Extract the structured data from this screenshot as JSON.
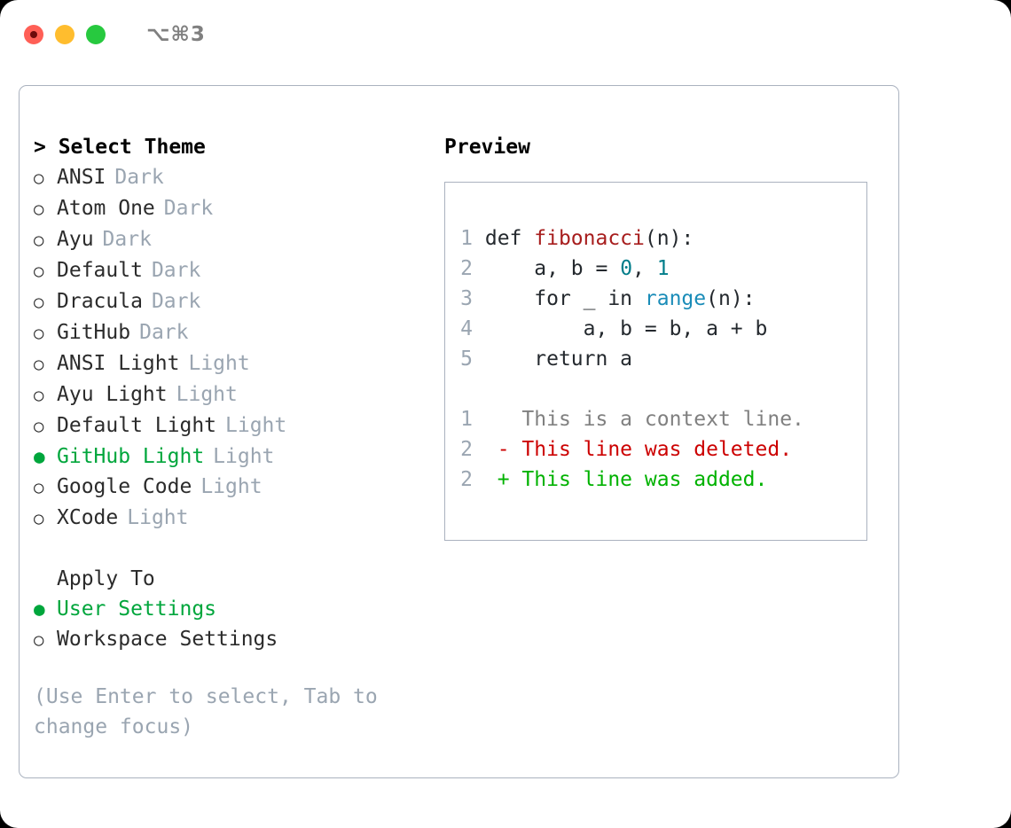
{
  "titlebar": {
    "lights": [
      {
        "name": "close",
        "color": "#ff5f56",
        "recording": true
      },
      {
        "name": "minimize",
        "color": "#ffbd2e",
        "recording": false
      },
      {
        "name": "zoom",
        "color": "#27c93f",
        "recording": false
      }
    ],
    "shortcut": "⌥⌘3"
  },
  "colors": {
    "accent_green": "#00a63c",
    "muted": "#9aa5b1",
    "border": "#aab2bf",
    "text": "#2b2b2b",
    "code_fn": "#a71d1d",
    "code_num": "#007d8a",
    "code_call": "#1a8cb8",
    "diff_del": "#cc0000",
    "diff_add": "#00b200",
    "diff_ctx": "#808080"
  },
  "theme_list": {
    "header": "> Select Theme",
    "items": [
      {
        "marker": "○",
        "label": "ANSI",
        "tag": "Dark",
        "selected": false
      },
      {
        "marker": "○",
        "label": "Atom One",
        "tag": "Dark",
        "selected": false
      },
      {
        "marker": "○",
        "label": "Ayu",
        "tag": "Dark",
        "selected": false
      },
      {
        "marker": "○",
        "label": "Default",
        "tag": "Dark",
        "selected": false
      },
      {
        "marker": "○",
        "label": "Dracula",
        "tag": "Dark",
        "selected": false
      },
      {
        "marker": "○",
        "label": "GitHub",
        "tag": "Dark",
        "selected": false
      },
      {
        "marker": "○",
        "label": "ANSI Light",
        "tag": "Light",
        "selected": false
      },
      {
        "marker": "○",
        "label": "Ayu Light",
        "tag": "Light",
        "selected": false
      },
      {
        "marker": "○",
        "label": "Default Light",
        "tag": "Light",
        "selected": false
      },
      {
        "marker": "●",
        "label": "GitHub Light",
        "tag": "Light",
        "selected": true
      },
      {
        "marker": "○",
        "label": "Google Code",
        "tag": "Light",
        "selected": false
      },
      {
        "marker": "○",
        "label": "XCode",
        "tag": "Light",
        "selected": false
      }
    ]
  },
  "apply_to": {
    "header": "Apply To",
    "items": [
      {
        "marker": "●",
        "label": "User Settings",
        "selected": true
      },
      {
        "marker": "○",
        "label": "Workspace Settings",
        "selected": false
      }
    ]
  },
  "hint": "(Use Enter to select, Tab to change focus)",
  "preview": {
    "title": "Preview",
    "code_lines": [
      {
        "number": "1",
        "tokens": [
          {
            "text": "def ",
            "type": "plain"
          },
          {
            "text": "fibonacci",
            "type": "fn"
          },
          {
            "text": "(n):",
            "type": "plain"
          }
        ]
      },
      {
        "number": "2",
        "tokens": [
          {
            "text": "    a, b = ",
            "type": "plain"
          },
          {
            "text": "0",
            "type": "num"
          },
          {
            "text": ", ",
            "type": "plain"
          },
          {
            "text": "1",
            "type": "num"
          }
        ]
      },
      {
        "number": "3",
        "tokens": [
          {
            "text": "    for _ in ",
            "type": "plain"
          },
          {
            "text": "range",
            "type": "call"
          },
          {
            "text": "(n):",
            "type": "plain"
          }
        ]
      },
      {
        "number": "4",
        "tokens": [
          {
            "text": "        a, b = b, a + b",
            "type": "plain"
          }
        ]
      },
      {
        "number": "5",
        "tokens": [
          {
            "text": "    return a",
            "type": "plain"
          }
        ]
      }
    ],
    "diff_lines": [
      {
        "number": "1",
        "text": "   This is a context line.",
        "type": "ctx"
      },
      {
        "number": "2",
        "text": " - This line was deleted.",
        "type": "del"
      },
      {
        "number": "2",
        "text": " + This line was added.",
        "type": "add"
      }
    ]
  }
}
